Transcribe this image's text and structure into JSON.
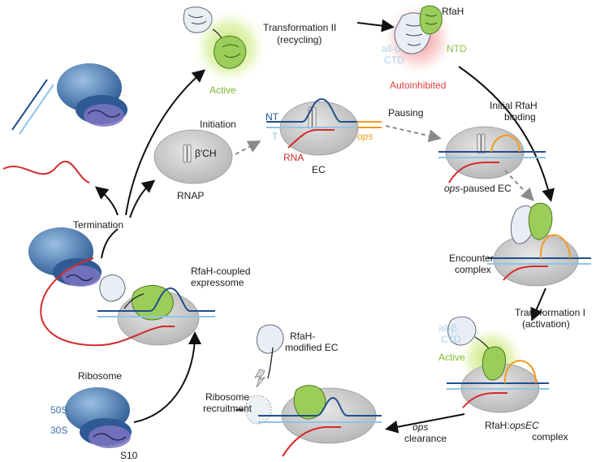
{
  "colors": {
    "blue_dark": "#1f4e8c",
    "blue_light": "#8fc3e8",
    "rna_red": "#d42a2a",
    "ops_orange": "#f29b1d",
    "ntd_green": "#8ec04a",
    "ctd_light_blue": "#a9d2ec",
    "autoinhibited_red": "#e0403c",
    "active_green": "#7fb92f",
    "rnap_grey": "#c9c9c9",
    "ribosome_blue": "#3d6fa8",
    "s10_purple": "#4a4a9c"
  },
  "labels": {
    "transformation_ii": "Transformation II",
    "recycling": "(recycling)",
    "rfah": "RfaH",
    "all_alpha": "all-α",
    "ctd": "CTD",
    "ntd": "NTD",
    "autoinhibited": "Autoinhibited",
    "active_top": "Active",
    "initial_binding_1": "Initial RfaH",
    "initial_binding_2": "binding",
    "initiation": "Initiation",
    "nt": "NT",
    "t": "T",
    "rna": "RNA",
    "ops": "ops",
    "ec": "EC",
    "pausing": "Pausing",
    "beta_ch": "β′CH",
    "rnap": "RNAP",
    "ops_paused_ec_ops": "ops",
    "ops_paused_ec_rest": "-paused EC",
    "termination": "Termination",
    "encounter_1": "Encounter",
    "encounter_2": "complex",
    "coupled_1": "RfaH-coupled",
    "coupled_2": "expressome",
    "transformation_i": "Transformation I",
    "activation": "(activation)",
    "all_beta": "all-β",
    "ctd_2": "CTD",
    "active_right": "Active",
    "ribosome": "Ribosome",
    "s50": "50S",
    "s30": "30S",
    "s10": "S10",
    "ribosome_recruitment_1": "Ribosome",
    "ribosome_recruitment_2": "recruitment",
    "modified_1": "RfaH-",
    "modified_2": "modified EC",
    "ops_clearance_1": "ops",
    "ops_clearance_2": "clearance",
    "rfah_ops_1": "RfaH:",
    "rfah_ops_2": "opsEC",
    "rfah_ops_3": "complex"
  }
}
